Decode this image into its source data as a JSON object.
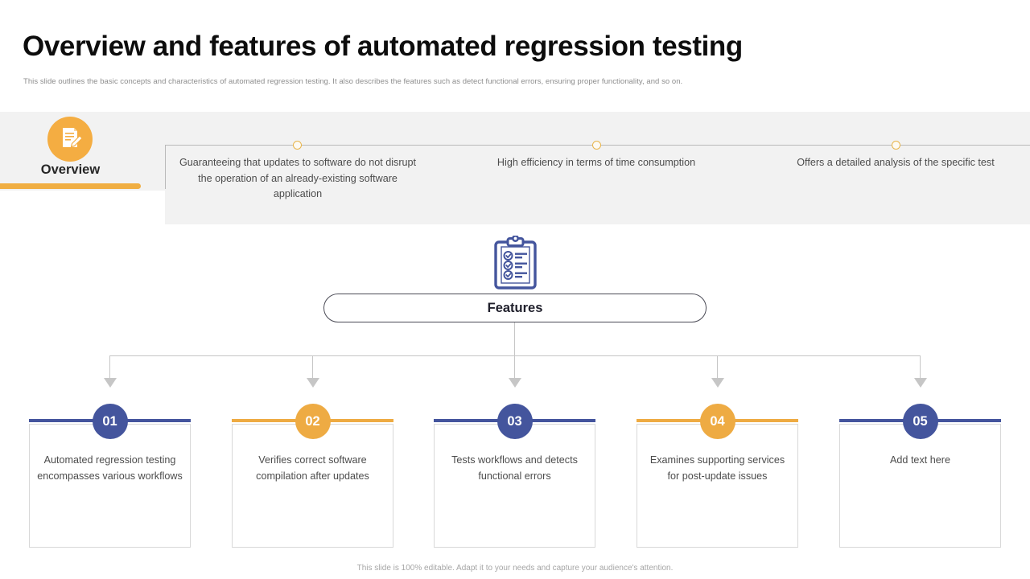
{
  "header": {
    "title": "Overview and features of automated regression testing",
    "subtitle": "This slide outlines the basic concepts and characteristics of automated regression testing. It also describes the features such as detect functional errors, ensuring proper functionality, and so on."
  },
  "overview": {
    "label": "Overview",
    "icon": "document-pencil-icon",
    "accent_color": "#f4ad42",
    "band_color": "#f2f2f2",
    "items": [
      {
        "text": "Guaranteeing that updates to software do not disrupt the operation of an already-existing software application"
      },
      {
        "text": "High efficiency in terms of time consumption"
      },
      {
        "text": "Offers a detailed analysis of the specific test"
      }
    ]
  },
  "features": {
    "icon": "clipboard-checklist-icon",
    "title": "Features",
    "cards": [
      {
        "number": "01",
        "text": "Automated regression testing encompasses various workflows",
        "color": "#44559d"
      },
      {
        "number": "02",
        "text": "Verifies correct software compilation after updates",
        "color": "#eeab43"
      },
      {
        "number": "03",
        "text": "Tests workflows and detects functional errors",
        "color": "#44559d"
      },
      {
        "number": "04",
        "text": "Examines supporting services for post-update issues",
        "color": "#eeab43"
      },
      {
        "number": "05",
        "text": "Add text here",
        "color": "#44559d"
      }
    ]
  },
  "footer": {
    "note": "This slide is 100% editable. Adapt it to your needs and capture your audience's attention."
  }
}
